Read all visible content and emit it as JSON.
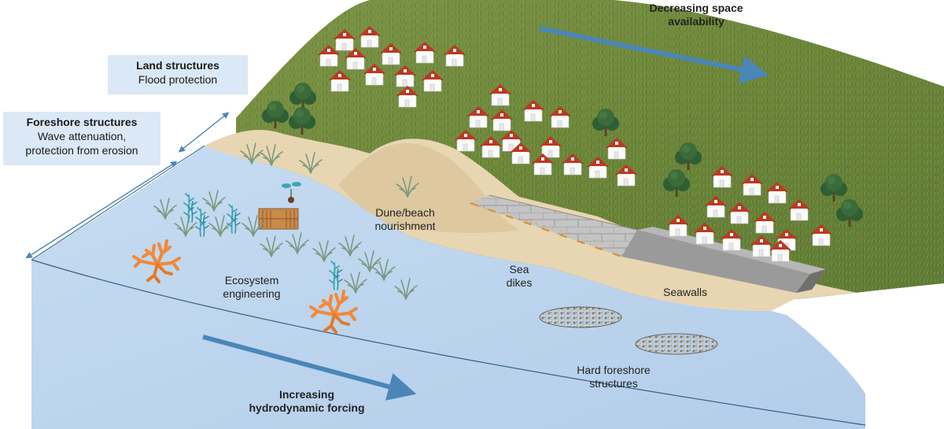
{
  "labels": {
    "space_line1": "Decreasing space",
    "space_line2": "availability",
    "land_title": "Land structures",
    "land_sub": "Flood protection",
    "foreshore_title": "Foreshore structures",
    "foreshore_sub1": "Wave attenuation,",
    "foreshore_sub2": "protection from erosion",
    "dune_line1": "Dune/beach",
    "dune_line2": "nourishment",
    "dikes_line1": "Sea",
    "dikes_line2": "dikes",
    "seawalls": "Seawalls",
    "eco_line1": "Ecosystem",
    "eco_line2": "engineering",
    "hard_line1": "Hard foreshore",
    "hard_line2": "structures",
    "forcing_line1": "Increasing",
    "forcing_line2": "hydrodynamic forcing"
  },
  "colors": {
    "water": "#bcd5ee",
    "water_edge": "#3a5f86",
    "sand": "#e9d7b4",
    "grass": "#6f8a3c",
    "arrow": "#4a86b8",
    "coral": "#f08a3a",
    "seagrass": "#7d9a84",
    "kelp": "#3fa4b3",
    "roof": "#a8331c",
    "tree": "#3b6b3a",
    "dike": "#b9b9b9",
    "seawall": "#8f8f8f",
    "gravel": "#b0a08a",
    "label_box": "#dbe8f5"
  },
  "icons": [
    "house-icon",
    "tree-icon",
    "coral-icon",
    "seagrass-icon",
    "kelp-icon",
    "oyster-crate-icon",
    "sapling-icon",
    "gravel-reef-icon"
  ]
}
